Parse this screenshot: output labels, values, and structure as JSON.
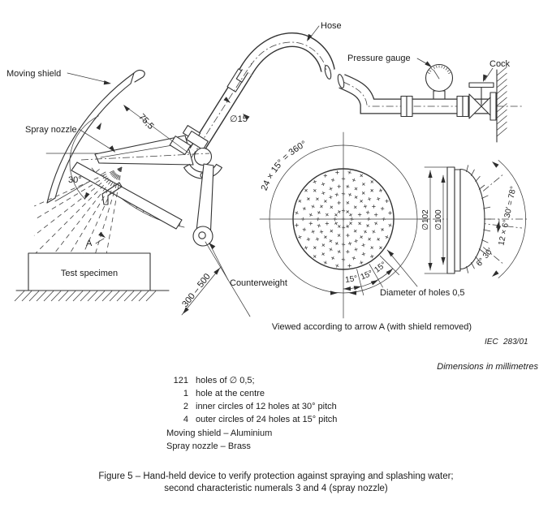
{
  "page": {
    "background": "#ffffff",
    "line_color": "#333333",
    "text_color": "#1b1b1b"
  },
  "labels": {
    "moving_shield": "Moving shield",
    "spray_nozzle": "Spray nozzle",
    "hose": "Hose",
    "pressure_gauge": "Pressure gauge",
    "cock": "Cock",
    "test_specimen": "Test specimen",
    "counterweight": "Counterweight",
    "view_arrow": "A"
  },
  "dims": {
    "spray_angle": "30°",
    "shield_radius": "75,5",
    "nozzle_tube_dia": "∅15",
    "distance": "300 – 500",
    "front": {
      "full_circle": "24 × 15° = 360°",
      "pitch": [
        "15°",
        "15°",
        "15°"
      ],
      "hole_dia_note": "Diameter of holes 0,5"
    },
    "side": {
      "outer_dia": "∅102",
      "face_dia": "∅100",
      "step_angle": "6° 30′",
      "total_angle": "12 × 6° 30′ = 78°"
    }
  },
  "view_note": "Viewed according to arrow A (with shield removed)",
  "ref": {
    "org": "IEC",
    "num": "283/01"
  },
  "dimensions_note": "Dimensions in millimetres",
  "legend": {
    "rows": [
      {
        "qty": "121",
        "desc": "holes of ∅ 0,5;"
      },
      {
        "qty": "1",
        "desc": "hole at the centre"
      },
      {
        "qty": "2",
        "desc": "inner circles of 12 holes at 30° pitch"
      },
      {
        "qty": "4",
        "desc": "outer circles of 24 holes at 15° pitch"
      }
    ],
    "materials": [
      "Moving shield – Aluminium",
      "Spray nozzle – Brass"
    ]
  },
  "caption": {
    "line1": "Figure 5 – Hand-held device to verify protection against spraying and splashing water;",
    "line2": "second characteristic numerals 3 and 4 (spray nozzle)"
  }
}
